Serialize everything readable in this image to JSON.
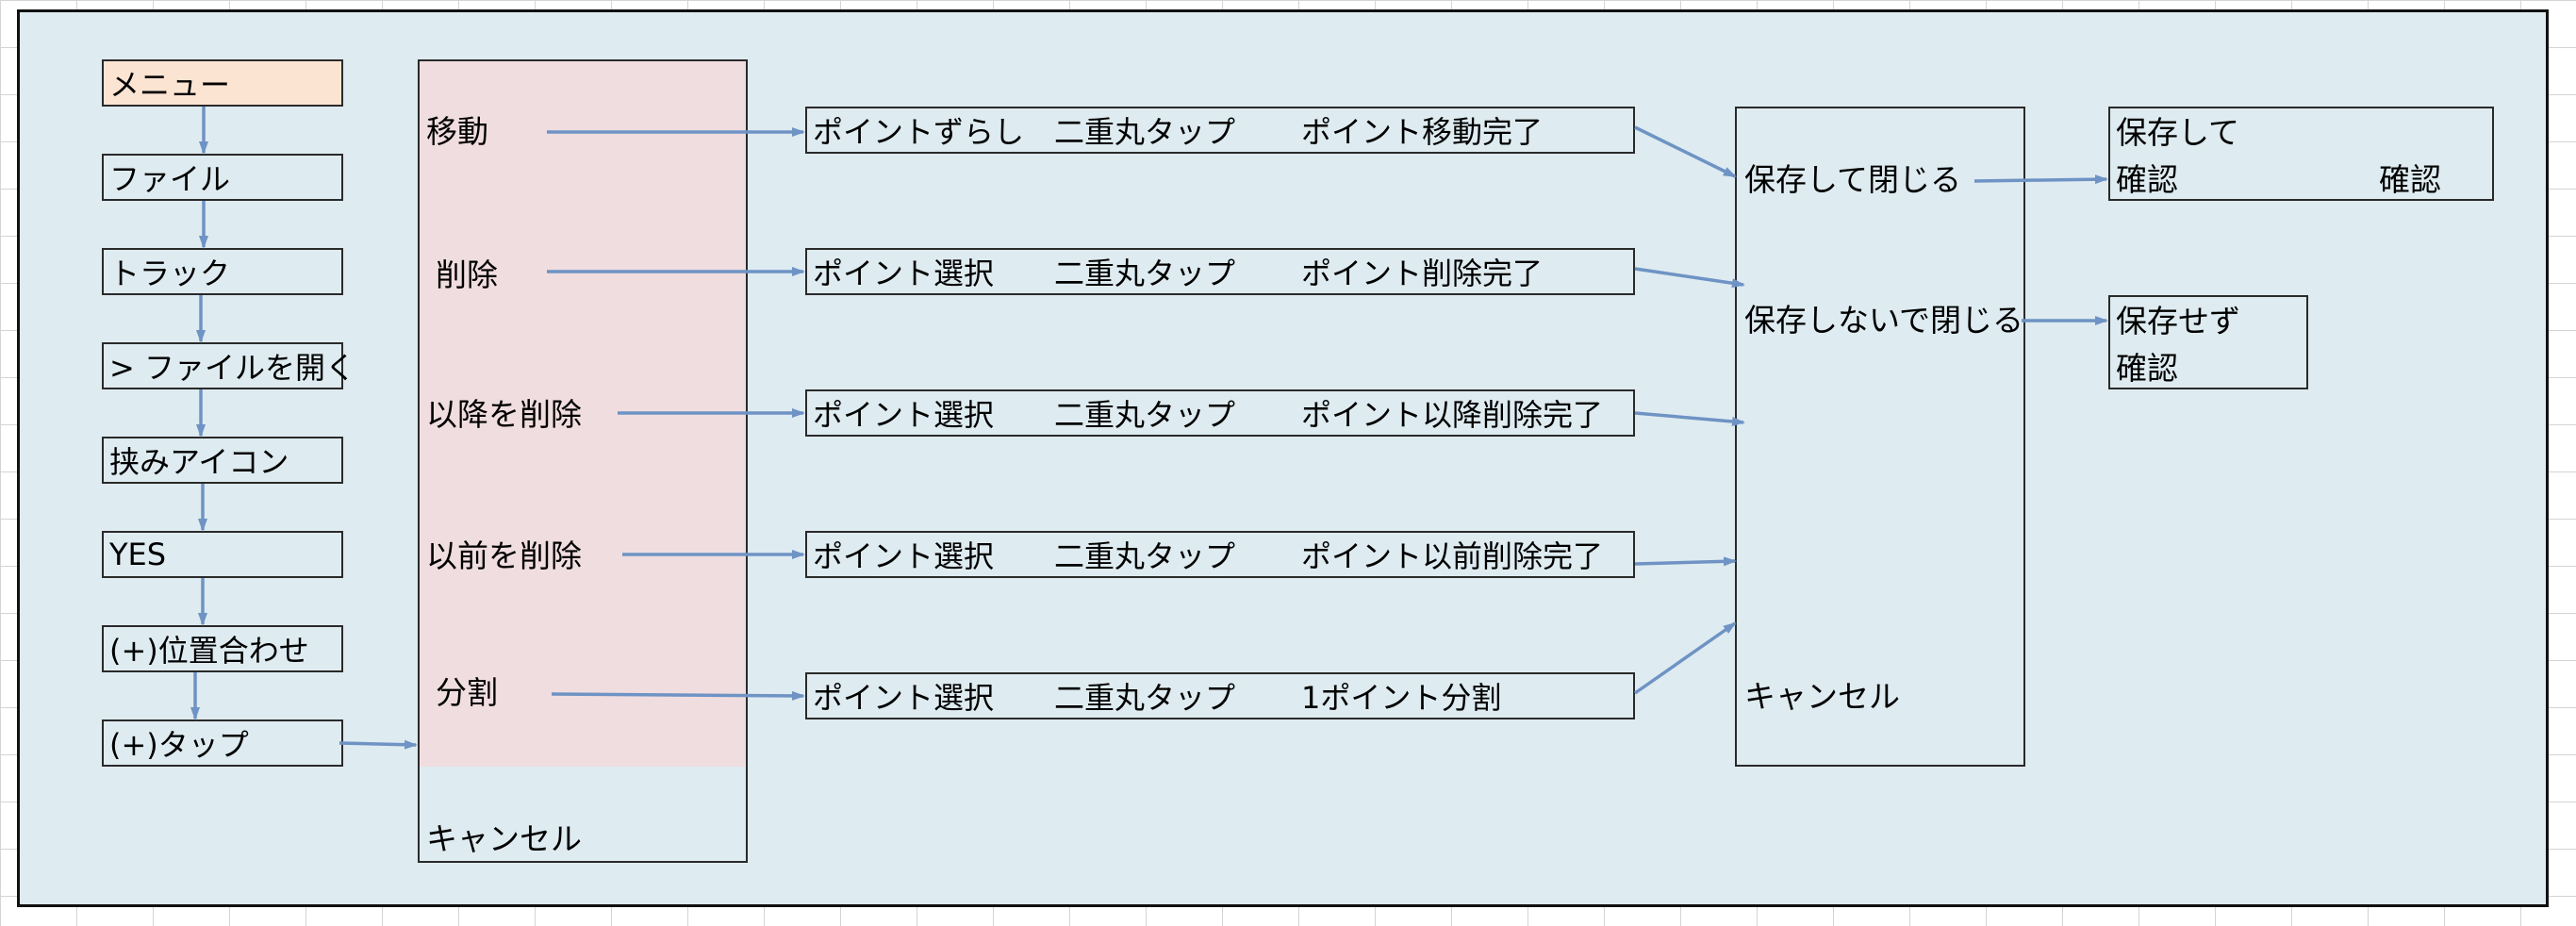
{
  "menu_steps": [
    "メニュー",
    "ファイル",
    "トラック",
    "> ファイルを開く",
    "挟みアイコン",
    "YES",
    "(+)位置合わせ",
    "(+)タップ"
  ],
  "operations": [
    {
      "label": "移動",
      "steps": [
        "ポイントずらし",
        "二重丸タップ",
        "ポイント移動完了"
      ]
    },
    {
      "label": "削除",
      "steps": [
        "ポイント選択",
        "二重丸タップ",
        "ポイント削除完了"
      ]
    },
    {
      "label": "以降を削除",
      "steps": [
        "ポイント選択",
        "二重丸タップ",
        "ポイント以降削除完了"
      ]
    },
    {
      "label": "以前を削除",
      "steps": [
        "ポイント選択",
        "二重丸タップ",
        "ポイント以前削除完了"
      ]
    },
    {
      "label": "分割",
      "steps": [
        "ポイント選択",
        "二重丸タップ",
        "1ポイント分割"
      ]
    }
  ],
  "operations_cancel": "キャンセル",
  "close_options": {
    "save_close": "保存して閉じる",
    "nosave_close": "保存しないで閉じる",
    "cancel": "キャンセル"
  },
  "results": {
    "saved": {
      "line1": "保存して",
      "line2_left": "確認",
      "line2_right": "確認"
    },
    "unsaved": {
      "line1": "保存せず",
      "line2": "確認"
    }
  },
  "colors": {
    "frame_background": "#deebf0",
    "operations_panel": "#f0dde0",
    "menu_highlight": "#fce4d2",
    "arrow": "#6e93c4"
  }
}
